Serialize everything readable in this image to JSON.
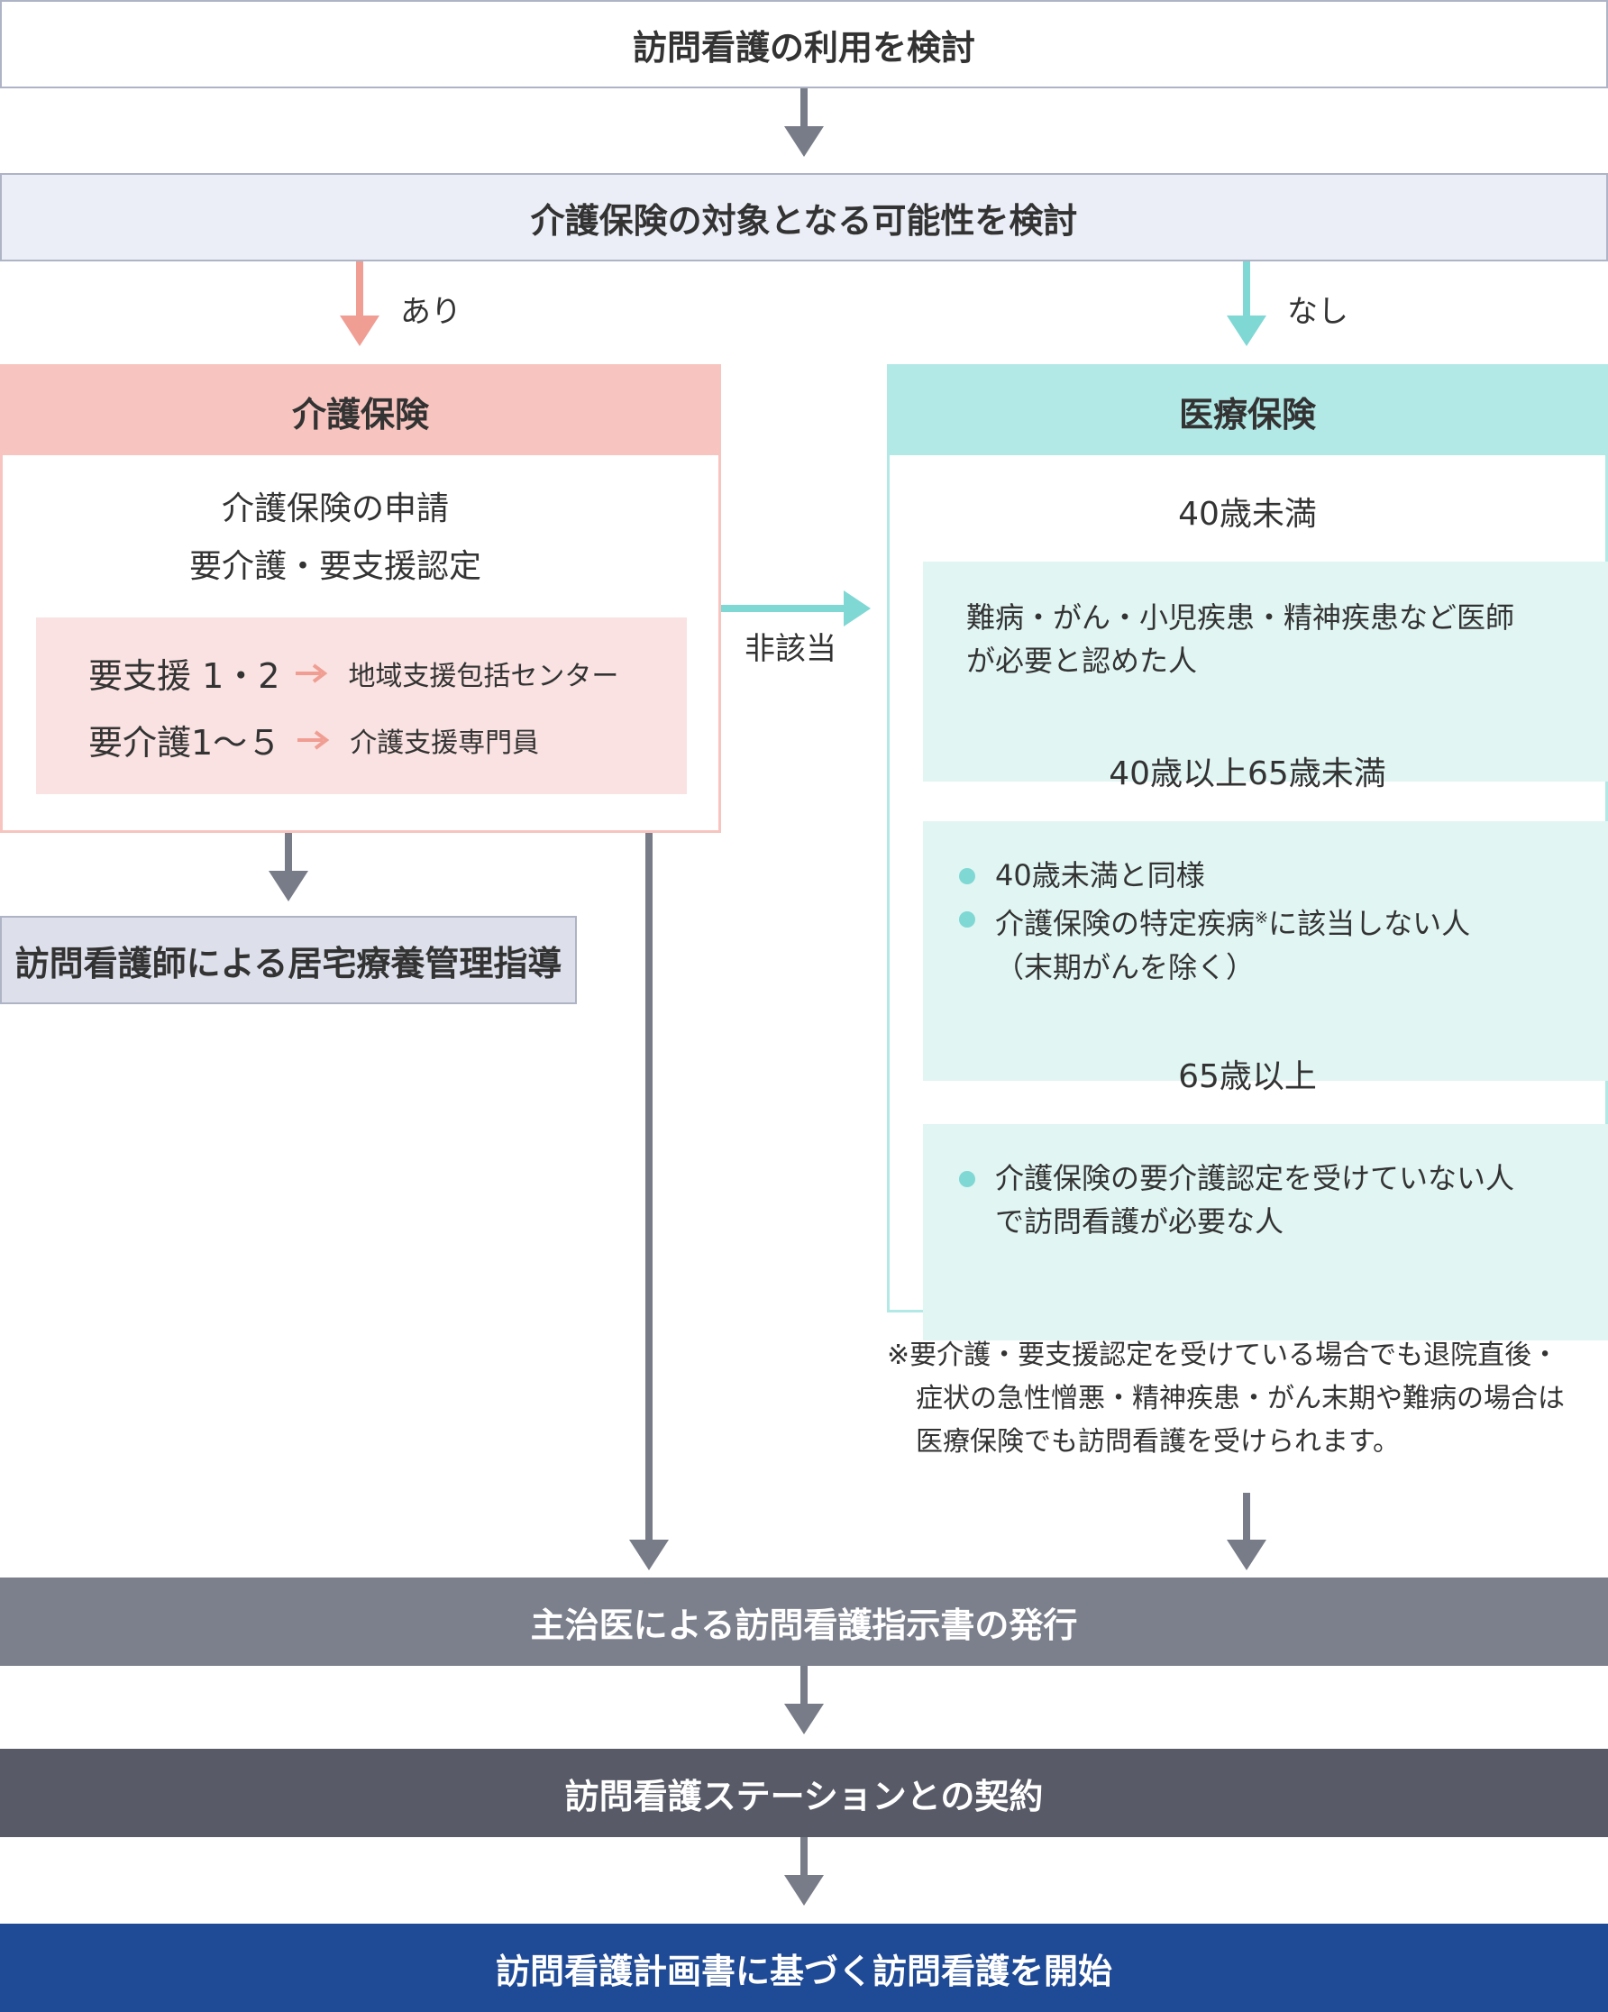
{
  "steps": {
    "start": "訪問看護の利用を検討",
    "consider": "介護保険の対象となる可能性を検討",
    "branch_yes": "あり",
    "branch_no": "なし",
    "not_applicable": "非該当",
    "kyotaku": "訪問看護師による居宅療養管理指導",
    "instruction": "主治医による訪問看護指示書の発行",
    "contract": "訪問看護ステーションとの契約",
    "start_care": "訪問看護計画書に基づく訪問看護を開始"
  },
  "kaigo": {
    "header": "介護保険",
    "line1": "介護保険の申請",
    "line2": "要介護・要支援認定",
    "rows": [
      {
        "level": "要支援 1・2",
        "target": "地域支援包括センター"
      },
      {
        "level": "要介護1〜５",
        "target": "介護支援専門員"
      }
    ]
  },
  "iryo": {
    "header": "医療保険",
    "groups": [
      {
        "title": "40歳未満",
        "lines": [
          "難病・がん・小児疾患・精神疾患など医師",
          "が必要と認めた人"
        ]
      },
      {
        "title": "40歳以上65歳未満",
        "bullets": [
          "40歳未満と同様",
          "介護保険の特定疾病",
          "（末期がんを除く）"
        ],
        "sup": "※",
        "bullet2_rest": "に該当しない人"
      },
      {
        "title": "65歳以上",
        "bullets": [
          "介護保険の要介護認定を受けていない人",
          "で訪問看護が必要な人"
        ]
      }
    ]
  },
  "note": {
    "lines": [
      "※要介護・要支援認定を受けている場合でも退院直後・",
      "症状の急性憎悪・精神疾患・がん末期や難病の場合は",
      "医療保険でも訪問看護を受けられます。"
    ]
  },
  "colors": {
    "gray_arrow": "#787c88",
    "pink_arrow": "#f09e94",
    "teal_arrow": "#7fd8d4",
    "step2_bg": "#ebeef6",
    "kyotaku_bg": "#dde0ea",
    "instruction_bg": "#7c808c",
    "contract_bg": "#585b67",
    "start_bg": "#1f4a96"
  }
}
